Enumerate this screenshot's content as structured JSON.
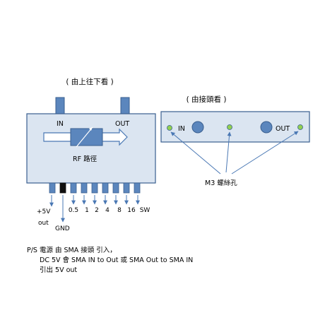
{
  "top_view": {
    "caption": "( 由上往下看 )",
    "in_label": "IN",
    "out_label": "OUT",
    "rf_path_label": "RF 路徑",
    "pins": {
      "left_labels": [
        "+5V",
        "out"
      ],
      "gnd_label": "GND",
      "labels": [
        "0.5",
        "1",
        "2",
        "4",
        "8",
        "16",
        "SW"
      ]
    }
  },
  "end_view": {
    "caption": "( 由接頭看 )",
    "in_label": "IN",
    "out_label": "OUT",
    "screw_label": "M3 螺絲孔"
  },
  "notes": [
    "P/S 電源  由 SMA  接頭 引入，",
    "DC 5V 會 SMA  IN  to Out 或  SMA Out to SMA IN",
    "引出 5V out"
  ],
  "colors": {
    "box_fill": "#dbe5f1",
    "box_stroke": "#3a5f8f",
    "connector_fill": "#5b86bd",
    "indicator_fill": "#92d050",
    "arrow_stroke": "#4a78b4"
  }
}
